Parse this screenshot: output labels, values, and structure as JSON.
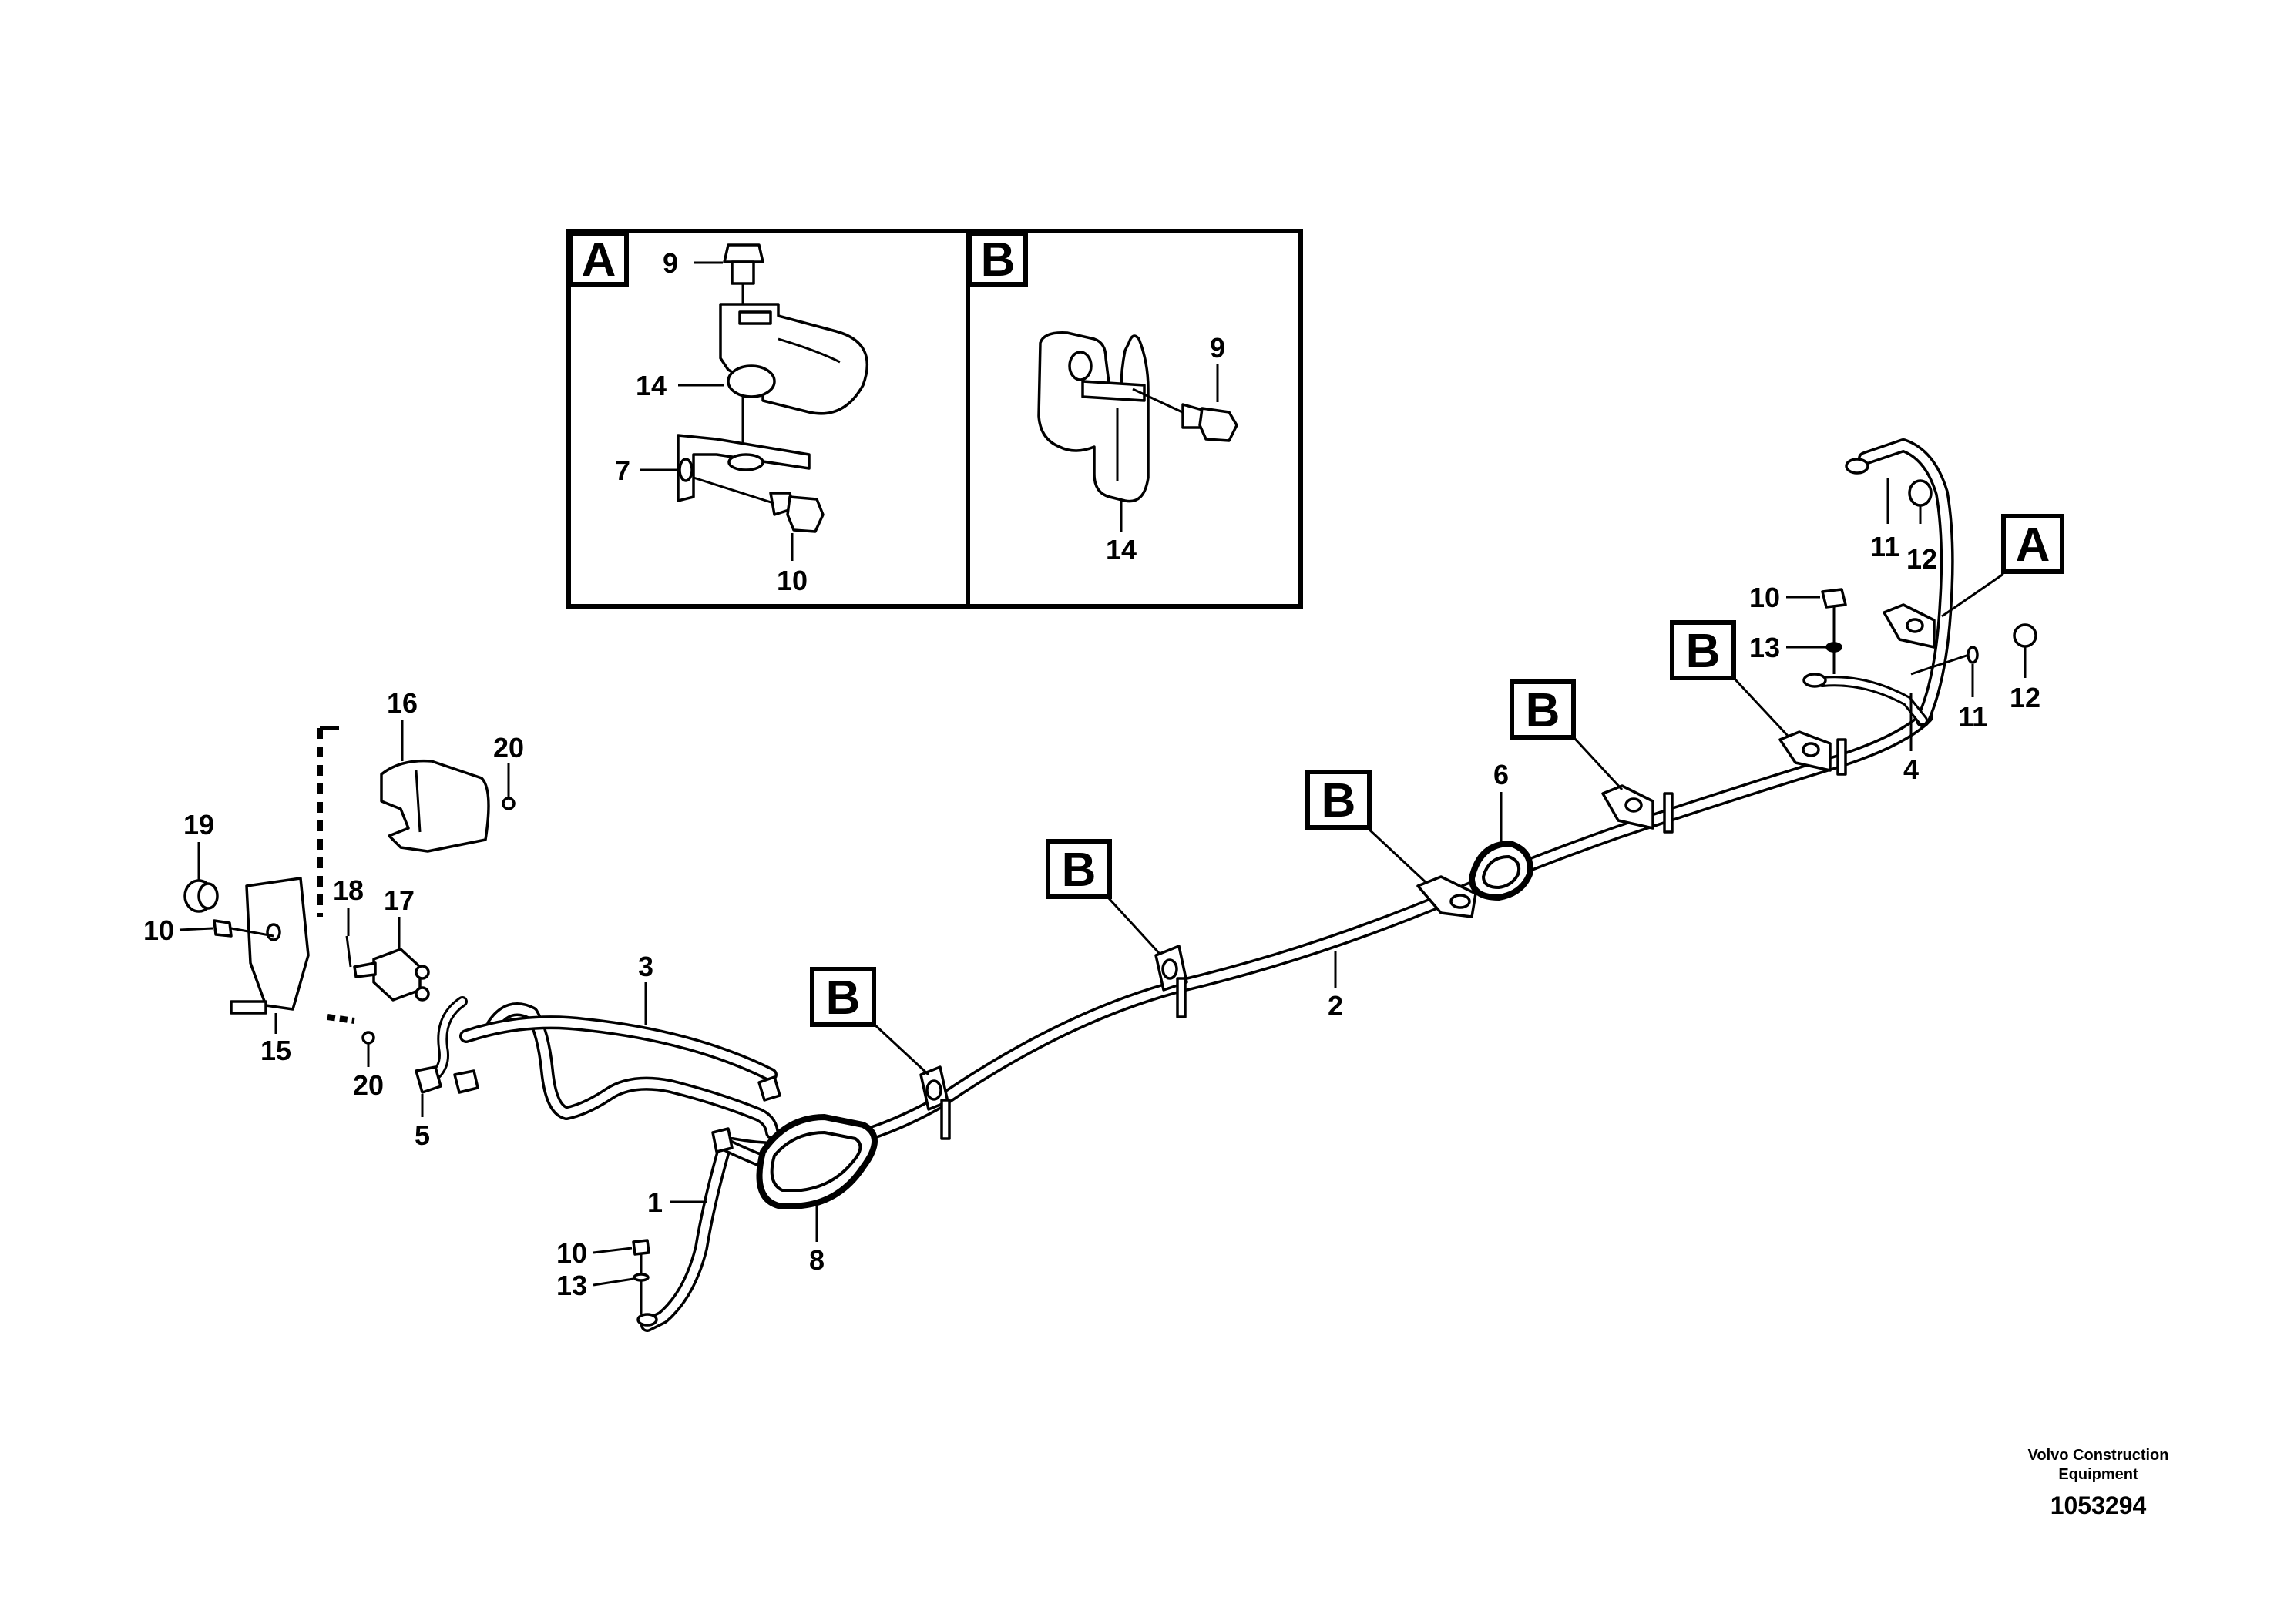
{
  "inset": {
    "A": {
      "tag": "A",
      "labels": {
        "bolt": "9",
        "clamp": "14",
        "bracket": "7",
        "screw": "10"
      }
    },
    "B": {
      "tag": "B",
      "labels": {
        "bolt": "9",
        "clamp": "14"
      }
    }
  },
  "detail_tags": {
    "A": "A",
    "B": "B"
  },
  "part_labels": {
    "p1": "1",
    "p2": "2",
    "p3": "3",
    "p4": "4",
    "p5": "5",
    "p6": "6",
    "p8": "8",
    "p10a": "10",
    "p10b": "10",
    "p10c": "10",
    "p11a": "11",
    "p11b": "11",
    "p12a": "12",
    "p12b": "12",
    "p13a": "13",
    "p13b": "13",
    "p15": "15",
    "p16": "16",
    "p17": "17",
    "p18": "18",
    "p19": "19",
    "p20a": "20",
    "p20b": "20"
  },
  "footer": {
    "company_line1": "Volvo Construction",
    "company_line2": "Equipment",
    "part_number": "1053294"
  }
}
